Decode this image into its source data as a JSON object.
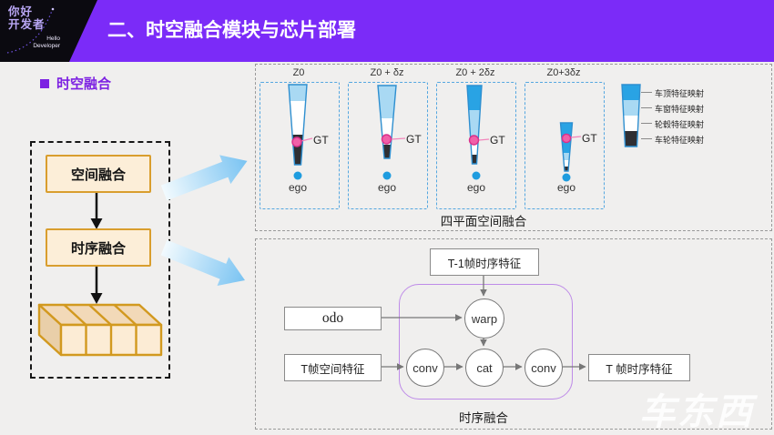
{
  "header": {
    "badge": {
      "cn1": "你好",
      "cn2": "开发者",
      "en1": "Hello",
      "en2": "Developer"
    },
    "title": "二、时空融合模块与芯片部署"
  },
  "section": {
    "label": "时空融合"
  },
  "flowchart": {
    "box1": "空间融合",
    "box2": "时序融合"
  },
  "spatial": {
    "caption": "四平面空间融合",
    "planes": [
      {
        "label": "Z0"
      },
      {
        "label": "Z0 + δz"
      },
      {
        "label": "Z0 + 2δz"
      },
      {
        "label": "Z0+3δz"
      }
    ],
    "gt": "GT",
    "ego": "ego",
    "legend": [
      "车顶特征映射",
      "车窗特征映射",
      "轮毂特征映射",
      "车轮特征映射"
    ]
  },
  "temporal": {
    "caption": "时序融合",
    "boxes": {
      "t1": "T-1帧时序特征",
      "odo": "odo",
      "t_spatial": "T帧空间特征",
      "t_temporal": "T 帧时序特征"
    },
    "nodes": {
      "warp": "warp",
      "conv1": "conv",
      "cat": "cat",
      "conv2": "conv"
    }
  },
  "watermark": {
    "text": "车东西"
  },
  "colors": {
    "banner": "#7b2bf8",
    "section_accent": "#7d22e2",
    "orange_border": "#d99e2e",
    "orange_fill": "#fceed8",
    "funnel_blue": "#29a3e4",
    "funnel_lightblue": "#a9d9f3",
    "funnel_dark": "#2f2f33",
    "gt_pink": "#f160a8",
    "ego_blue": "#1e9cdf",
    "purple_container": "#be8be8"
  }
}
